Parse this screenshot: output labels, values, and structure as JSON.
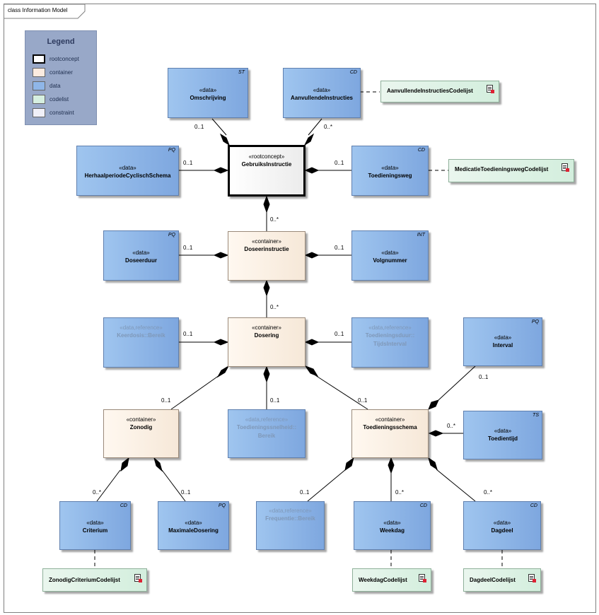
{
  "diagram_title": "class Information Model",
  "legend": {
    "title": "Legend",
    "items": [
      {
        "label": "rootconcept",
        "color": "#ffffff"
      },
      {
        "label": "container",
        "color": "#fbebe0"
      },
      {
        "label": "data",
        "color": "#8fb6e8"
      },
      {
        "label": "codelist",
        "color": "#d6efe0"
      },
      {
        "label": "constraint",
        "color": "#f0f0f8"
      }
    ]
  },
  "nodes": {
    "omschrijving": {
      "stereotype": "«data»",
      "name": "Omschrijving",
      "tag": "ST"
    },
    "aanvullende": {
      "stereotype": "«data»",
      "name": "AanvullendeInstructies",
      "tag": "CD"
    },
    "aanvullende_codelijst": {
      "name": "AanvullendeInstructiesCodelijst"
    },
    "herhaalperiode": {
      "stereotype": "«data»",
      "name": "HerhaalperiodeCyclischSchema",
      "tag": "PQ"
    },
    "gebruiksinstructie": {
      "stereotype": "«rootconcept»",
      "name": "GebruiksInstructie"
    },
    "toedieningsweg": {
      "stereotype": "«data»",
      "name": "Toedieningsweg",
      "tag": "CD"
    },
    "toedieningsweg_codelijst": {
      "name": "MedicatieToedieningswegCodelijst"
    },
    "doseerduur": {
      "stereotype": "«data»",
      "name": "Doseerduur",
      "tag": "PQ"
    },
    "doseerinstructie": {
      "stereotype": "«container»",
      "name": "Doseerinstructie"
    },
    "volgnummer": {
      "stereotype": "«data»",
      "name": "Volgnummer",
      "tag": "INT"
    },
    "keerdosis": {
      "stereotype": "«data,reference»",
      "name": "Keerdosis::Bereik"
    },
    "dosering": {
      "stereotype": "«container»",
      "name": "Dosering"
    },
    "toedieningsduur": {
      "stereotype": "«data,reference»",
      "name": "Toedieningsduur::",
      "name2": "TijdsInterval"
    },
    "interval": {
      "stereotype": "«data»",
      "name": "Interval",
      "tag": "PQ"
    },
    "zonodig": {
      "stereotype": "«container»",
      "name": "Zonodig"
    },
    "toedieningssnelheid": {
      "stereotype": "«data,reference»",
      "name": "Toedieningssnelheid::",
      "name2": "Bereik"
    },
    "toedieningsschema": {
      "stereotype": "«container»",
      "name": "Toedieningsschema"
    },
    "toedientijd": {
      "stereotype": "«data»",
      "name": "Toedientijd",
      "tag": "TS"
    },
    "criterium": {
      "stereotype": "«data»",
      "name": "Criterium",
      "tag": "CD"
    },
    "maximaledosering": {
      "stereotype": "«data»",
      "name": "MaximaleDosering",
      "tag": "PQ"
    },
    "frequentie": {
      "stereotype": "«data,reference»",
      "name": "Frequentie::Bereik"
    },
    "weekdag": {
      "stereotype": "«data»",
      "name": "Weekdag",
      "tag": "CD"
    },
    "dagdeel": {
      "stereotype": "«data»",
      "name": "Dagdeel",
      "tag": "CD"
    },
    "zonodig_codelijst": {
      "name": "ZonodigCriteriumCodelijst"
    },
    "weekdag_codelijst": {
      "name": "WeekdagCodelijst"
    },
    "dagdeel_codelijst": {
      "name": "DagdeelCodelijst"
    }
  },
  "multiplicities": {
    "omschrijving": "0..1",
    "aanvullende": "0..*",
    "herhaalperiode": "0..1",
    "toedieningsweg": "0..1",
    "doseerinstructie": "0..*",
    "doseerduur": "0..1",
    "volgnummer": "0..1",
    "dosering": "0..*",
    "keerdosis": "0..1",
    "toedieningsduur": "0..1",
    "zonodig": "0..1",
    "toedieningssnelheid": "0..1",
    "toedieningsschema": "0..1",
    "interval": "0..1",
    "toedientijd": "0..*",
    "criterium": "0..*",
    "maximaledosering": "0..1",
    "frequentie": "0..1",
    "weekdag": "0..*",
    "dagdeel": "0..*"
  }
}
